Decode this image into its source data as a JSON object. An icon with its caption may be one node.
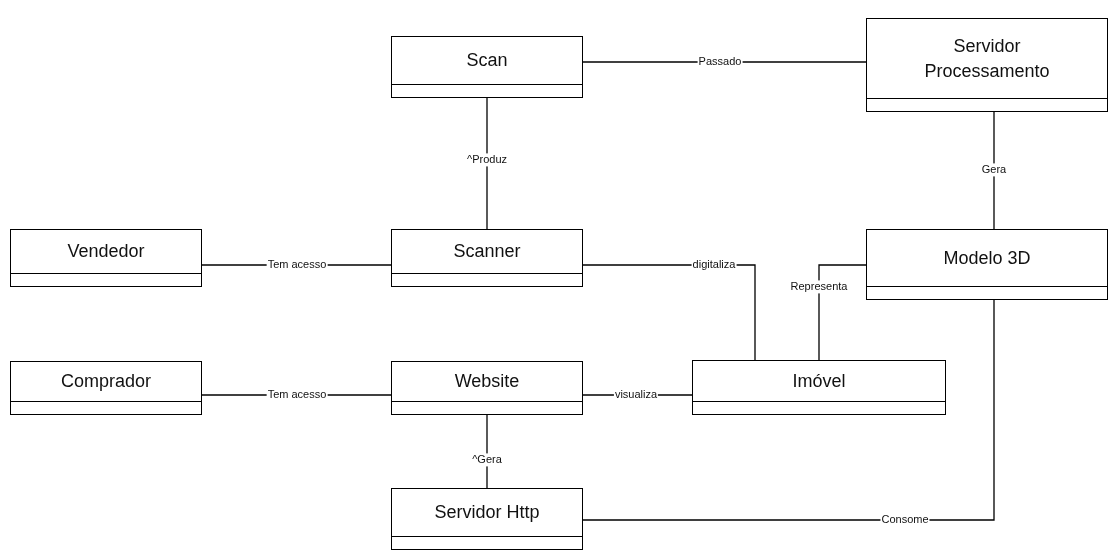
{
  "diagram": {
    "nodes": [
      {
        "text": [
          "Scan"
        ]
      },
      {
        "text": [
          "Servidor Processamento"
        ]
      },
      {
        "text": [
          "Vendedor"
        ]
      },
      {
        "text": [
          "Scanner"
        ]
      },
      {
        "text": [
          "Modelo 3D"
        ]
      },
      {
        "text": [
          "Comprador"
        ]
      },
      {
        "text": [
          "Website"
        ]
      },
      {
        "text": [
          "Imóvel"
        ]
      },
      {
        "text": [
          "Servidor Http"
        ]
      }
    ],
    "edges": [
      {
        "from": 0,
        "to": 1,
        "arrow": "none",
        "label": "Passado"
      },
      {
        "from": 3,
        "to": 0,
        "arrow": "none",
        "label": "^Produz"
      },
      {
        "from": 1,
        "to": 4,
        "arrow": "none",
        "label": "Gera"
      },
      {
        "from": 2,
        "to": 3,
        "arrow": "none",
        "label": "Tem acesso"
      },
      {
        "from": 3,
        "to": 7,
        "arrow": "none",
        "label": "digitaliza"
      },
      {
        "from": 4,
        "to": 7,
        "arrow": "none",
        "label": "Representa"
      },
      {
        "from": 5,
        "to": 6,
        "arrow": "none",
        "label": "Tem acesso"
      },
      {
        "from": 6,
        "to": 7,
        "arrow": "none",
        "label": "visualiza"
      },
      {
        "from": 6,
        "to": 8,
        "arrow": "none",
        "label": "^Gera"
      },
      {
        "from": 8,
        "to": 4,
        "arrow": "none",
        "label": "Consome"
      }
    ]
  }
}
